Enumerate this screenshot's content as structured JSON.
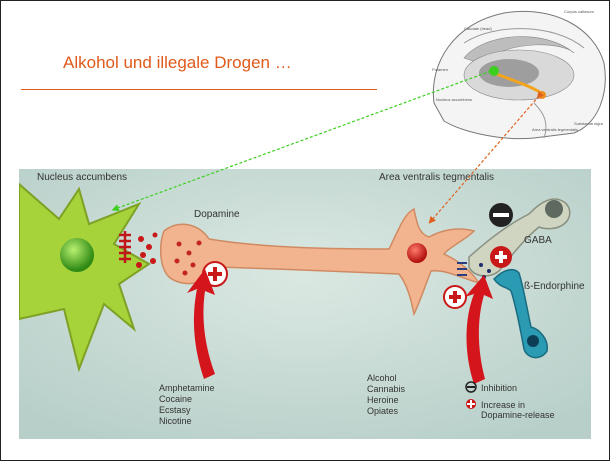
{
  "slide": {
    "title": "Alkohol und illegale Drogen …"
  },
  "brain_diagram": {
    "labels": [
      "Caudate (head)",
      "Corpus callosum",
      "Putamen",
      "Nucleus accumbens",
      "Area ventralis tegmentalis",
      "Substantia nigra"
    ]
  },
  "figure": {
    "region_left": "Nucleus accumbens",
    "region_right": "Area ventralis tegmentalis",
    "dopamine_label": "Dopamine",
    "gaba_label": "GABA",
    "endorphine_label": "ß-Endorphine",
    "drugs_left": [
      "Amphetamine",
      "Cocaine",
      "Ecstasy",
      "Nicotine"
    ],
    "drugs_right": [
      "Alcohol",
      "Cannabis",
      "Heroine",
      "Opiates"
    ],
    "legend_inhibition": "Inhibition",
    "legend_increase_1": "Increase in",
    "legend_increase_2": "Dopamine-release"
  },
  "colors": {
    "title": "#e05a1a",
    "background_panel": "#c9ddd8",
    "neuron_green": "#a6d23a",
    "neuron_orange": "#f1b48f",
    "arrow_red": "#d4151c",
    "gaba_neuron": "#cfd5c0",
    "endorphine_neuron": "#2b9ab3"
  }
}
